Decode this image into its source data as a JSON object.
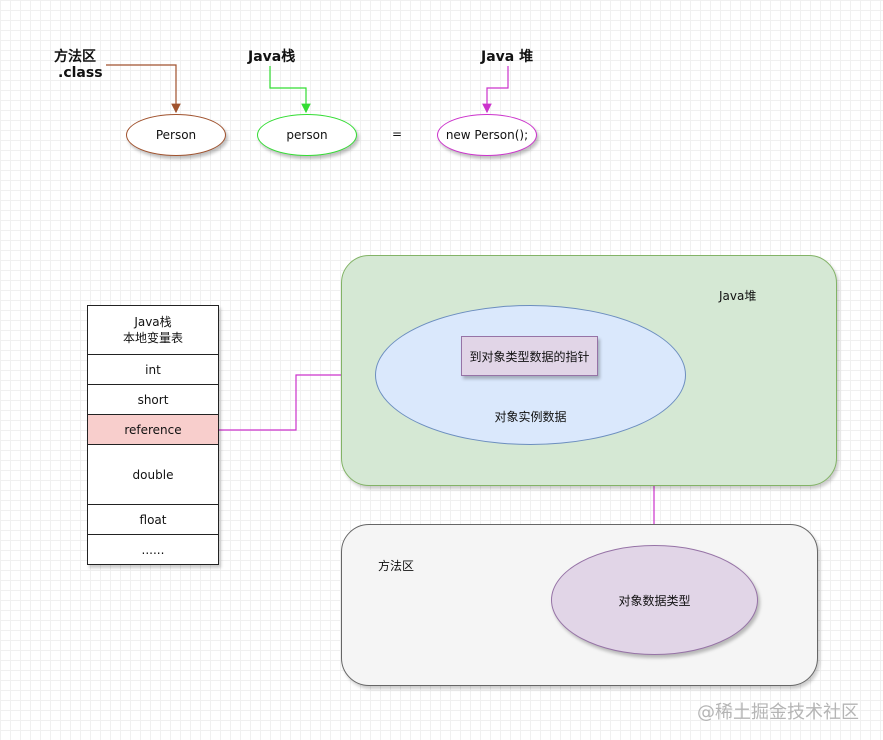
{
  "top": {
    "method_area_label": "方法区",
    "class_label": ".class",
    "java_stack_label": "Java栈",
    "java_heap_label": "Java 堆",
    "person_class": "Person",
    "person_var": "person",
    "equals": "=",
    "new_person": "new Person();"
  },
  "stack": {
    "title_line1": "Java栈",
    "title_line2": "本地变量表",
    "rows": [
      "int",
      "short",
      "reference",
      "double",
      "float",
      "......"
    ]
  },
  "heap": {
    "label": "Java堆",
    "instance_label": "对象实例数据",
    "pointer_label": "到对象类型数据的指针"
  },
  "method_area": {
    "label": "方法区",
    "type_label": "对象数据类型"
  },
  "watermark": "@稀土掘金技术社区",
  "colors": {
    "brown": "#a0522d",
    "green": "#33dd33",
    "magenta": "#cc33cc",
    "heap_fill": "#d5e8d4",
    "instance_fill": "#dae8fc",
    "pointer_fill": "#e1d5e7",
    "reference_fill": "#f8cecc",
    "method_fill": "#f5f5f5"
  }
}
